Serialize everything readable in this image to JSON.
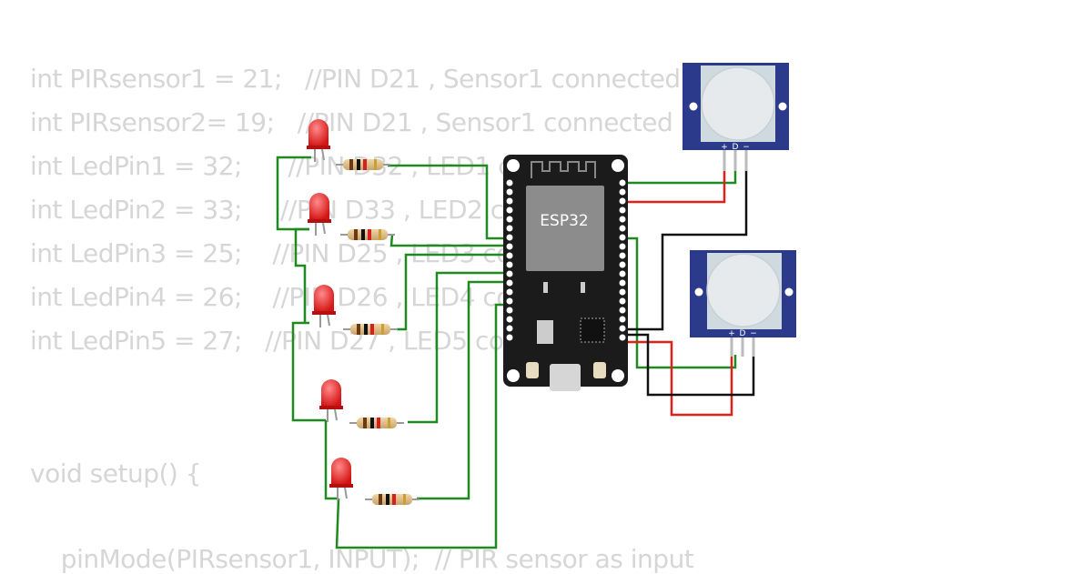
{
  "code_lines": [
    "int PIRsensor1 = 21;   //PIN D21 , Sensor1 connected",
    "int PIRsensor2= 19;   //PIN D21 , Sensor1 connected",
    "int LedPin1 = 32;      //PIN D32 , LED1 connected",
    "int LedPin2 = 33;     //PIN D33 , LED2 connected",
    "int LedPin3 = 25;    //PIN D25 , LED3 connected",
    "int LedPin4 = 26;    //PIN D26 , LED4 connected",
    "int LedPin5 = 27;   //PIN D27 , LED5 connected",
    "void setup() {",
    "  pinMode(PIRsensor1, INPUT);  // PIR sensor as input"
  ],
  "board": {
    "label": "ESP32"
  },
  "pir_pins": {
    "plus": "+",
    "data": "D",
    "minus": "−"
  },
  "colors": {
    "wire_green": "#1f8a1f",
    "wire_red": "#e0201a",
    "wire_black": "#111111",
    "board": "#1b1b1b",
    "pir_frame": "#2b3a8a",
    "led": "#e02020"
  }
}
